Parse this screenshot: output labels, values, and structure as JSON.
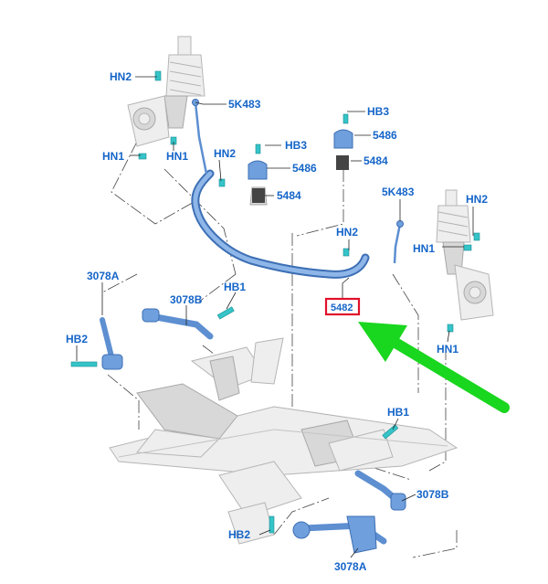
{
  "labels": {
    "hn2_top_left": "HN2",
    "sk483_left": "5K483",
    "hn1_left_a": "HN1",
    "hn1_left_b": "HN1",
    "hn2_mid_left": "HN2",
    "hb3_mid": "HB3",
    "p5486_mid": "5486",
    "p5484_mid": "5484",
    "hb3_right": "HB3",
    "p5486_right": "5486",
    "p5484_right": "5484",
    "sk483_right": "5K483",
    "hn2_right": "HN2",
    "hn2_center": "HN2",
    "hn1_right_a": "HN1",
    "hn1_right_b": "HN1",
    "p3078a_left": "3078A",
    "p3078b_left": "3078B",
    "hb1_left": "HB1",
    "hb2_left": "HB2",
    "hb1_lower": "HB1",
    "p3078b_lower": "3078B",
    "hb2_lower": "HB2",
    "p3078a_lower": "3078A",
    "selected_part": "5482"
  },
  "colors": {
    "callout": "#1565c8",
    "highlight_box": "#e0102a",
    "arrow": "#19d61e",
    "stabilizer_bar": "#6f9fdc",
    "bolt": "#35c4c8"
  },
  "icons": {
    "pointer": "green-arrow-icon"
  }
}
